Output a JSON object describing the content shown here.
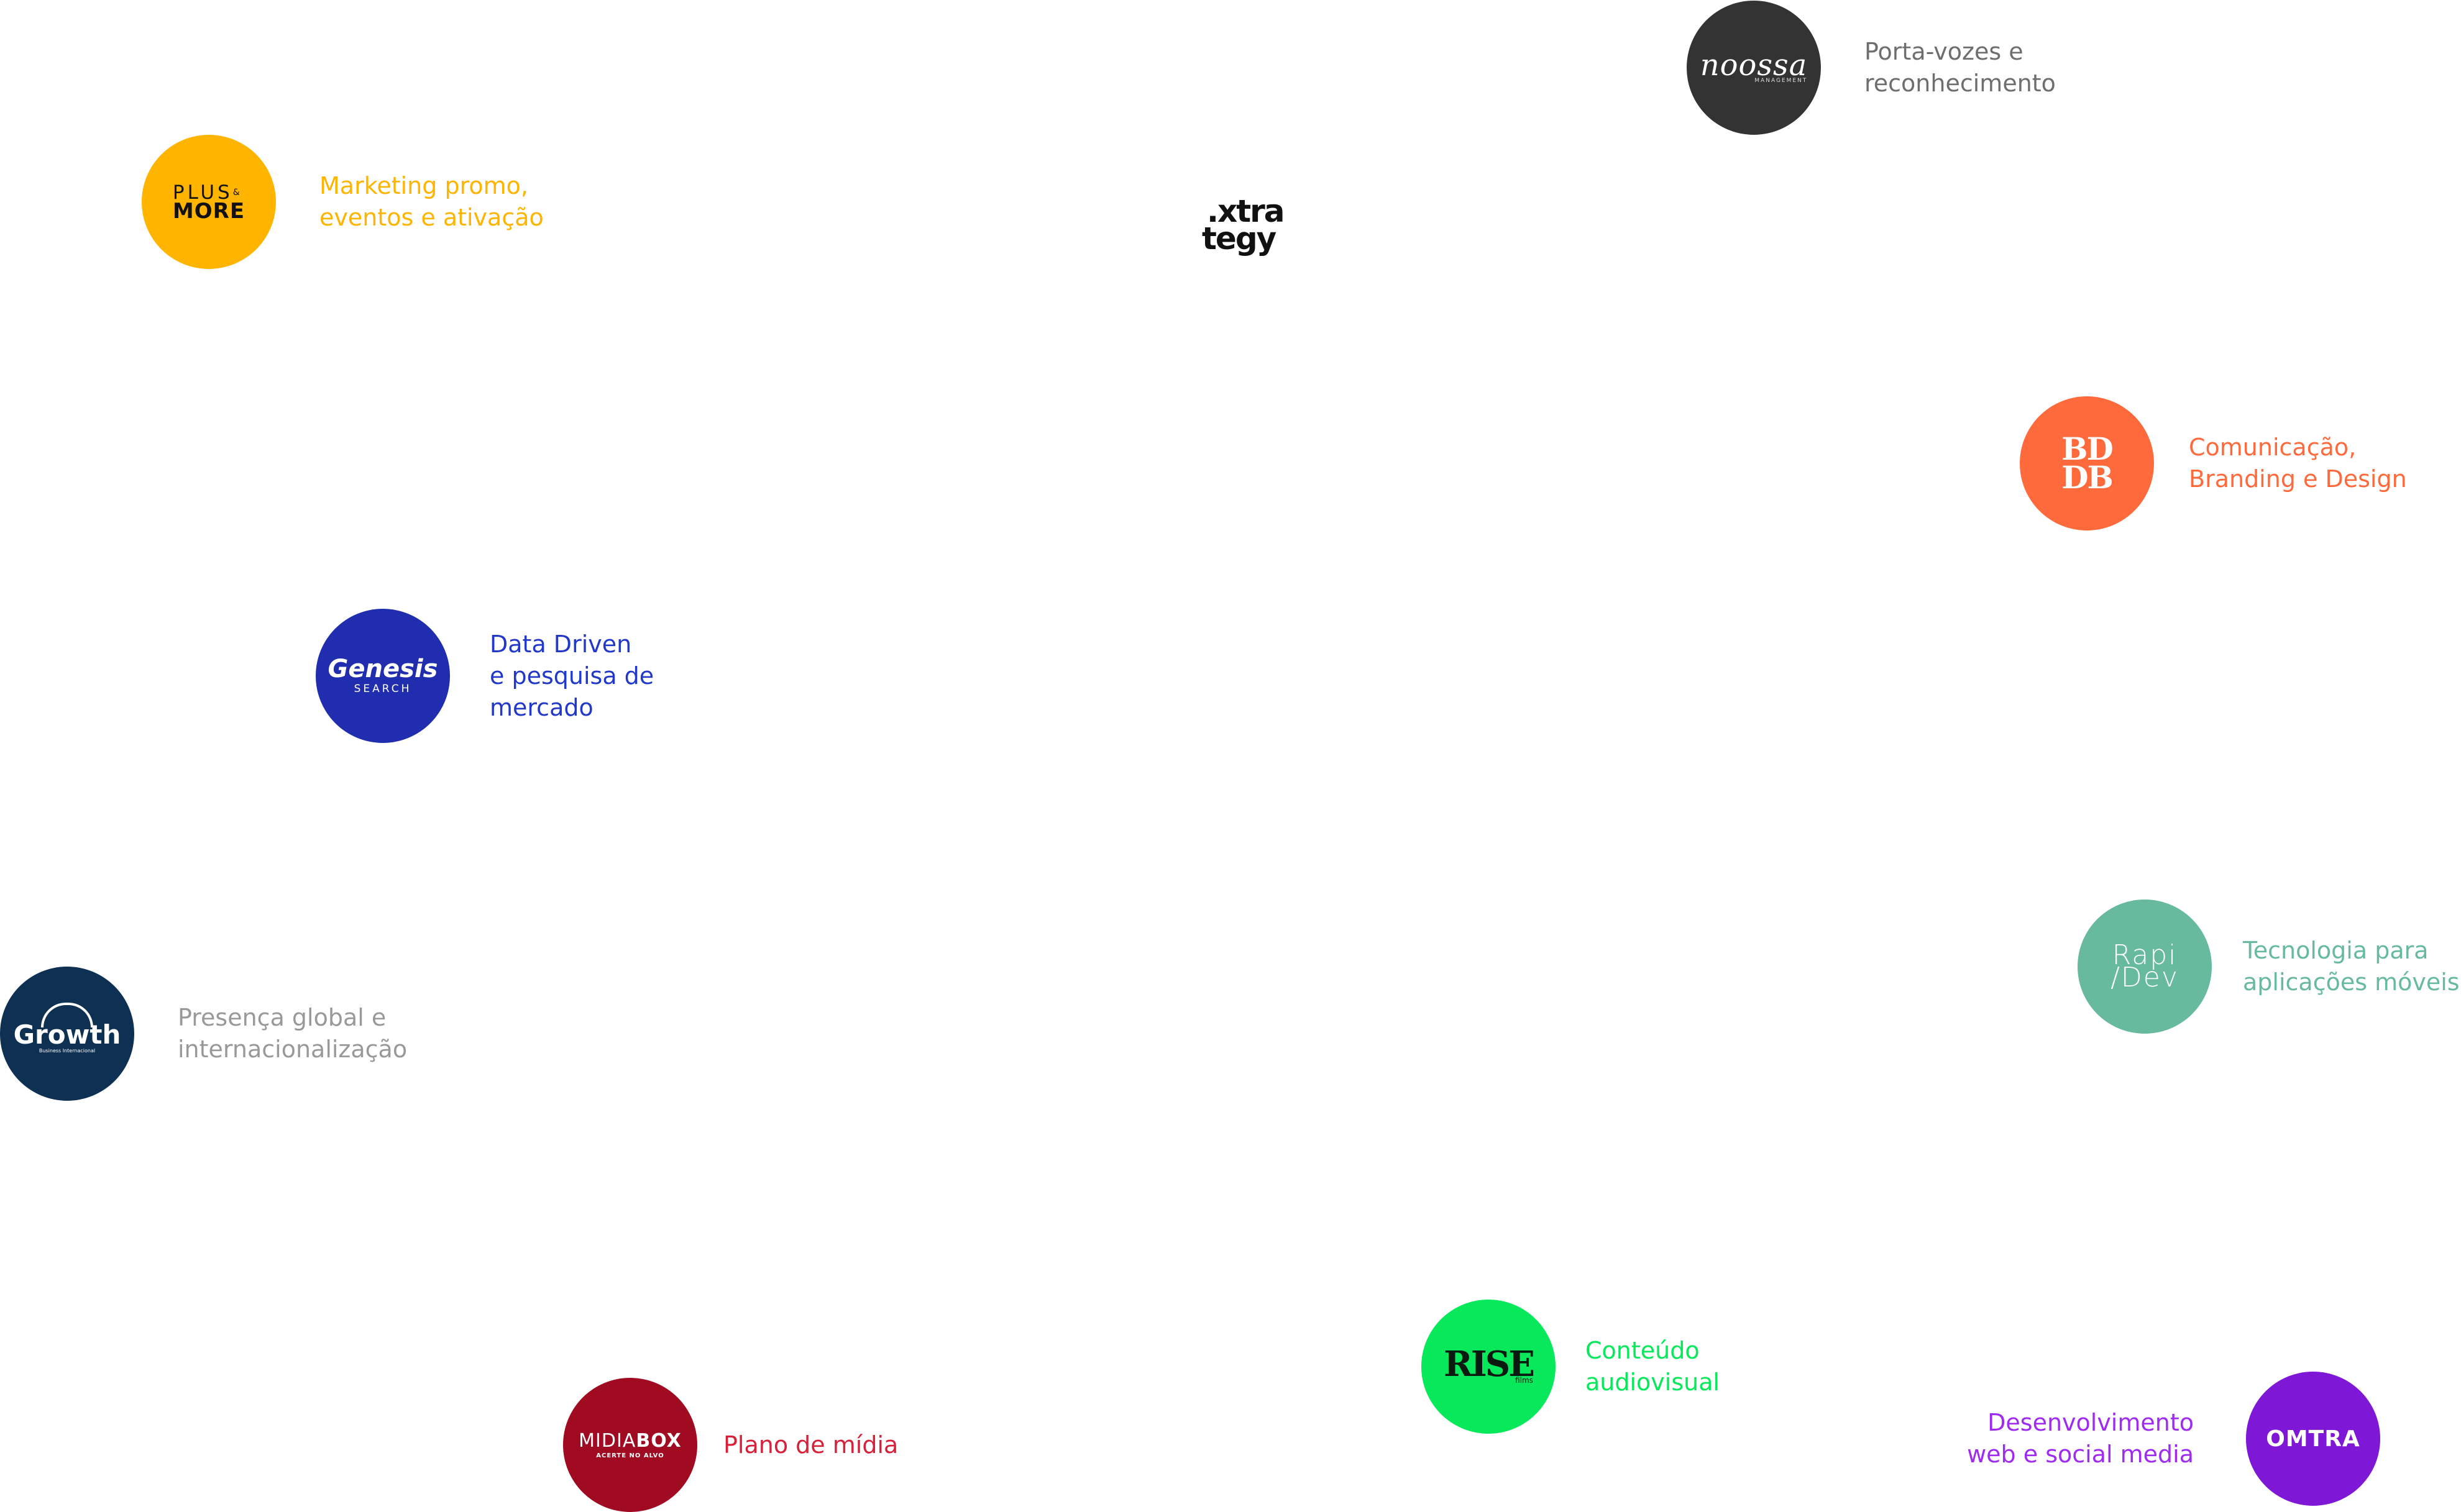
{
  "center": {
    "brand_line1": ".xtra",
    "brand_line2": "tegy"
  },
  "companies": [
    {
      "id": "plus-more",
      "logo_line1": "PLUS",
      "logo_amp": "&",
      "logo_line2": "MORE",
      "color": "#FFB400",
      "description": "Marketing promo,\neventos e ativação"
    },
    {
      "id": "noossa",
      "logo_line1": "noossa",
      "logo_line2": "MANAGEMENT",
      "color": "#333333",
      "text_color": "#6E6E6E",
      "description": "Porta-vozes e\nreconhecimento"
    },
    {
      "id": "bddb",
      "logo_line1": "BD",
      "logo_line2": "DB",
      "color": "#FF6A3D",
      "description": "Comunicação,\nBranding e Design"
    },
    {
      "id": "genesis",
      "logo_line1": "Genesis",
      "logo_line2": "SEARCH",
      "color": "#1F2DAE",
      "text_color": "#2238C8",
      "description": "Data Driven\ne pesquisa de\nmercado"
    },
    {
      "id": "growth",
      "logo_line1": "Growth",
      "logo_line2": "Business Internacional",
      "color": "#0E3052",
      "text_color": "#999999",
      "description": "Presença global e\ninternacionalização"
    },
    {
      "id": "rapidev",
      "logo_line1": "Rapi",
      "logo_line2": "/Dev",
      "color": "#67BA9E",
      "description": "Tecnologia para\naplicações móveis"
    },
    {
      "id": "rise",
      "logo_line1": "RISE",
      "logo_line2": "films",
      "color": "#08E85B",
      "description": "Conteúdo\naudiovisual"
    },
    {
      "id": "midiabox",
      "logo_line1": "MIDIA",
      "logo_line1_bold": "BOX",
      "logo_line2": "ACERTE NO ALVO",
      "color": "#A10B22",
      "text_color": "#D6213B",
      "description": "Plano de mídia"
    },
    {
      "id": "omtra",
      "logo_line1": "OMTRA",
      "color": "#7F17D6",
      "text_color": "#9F2BF0",
      "description": "Desenvolvimento\nweb e social media"
    }
  ]
}
